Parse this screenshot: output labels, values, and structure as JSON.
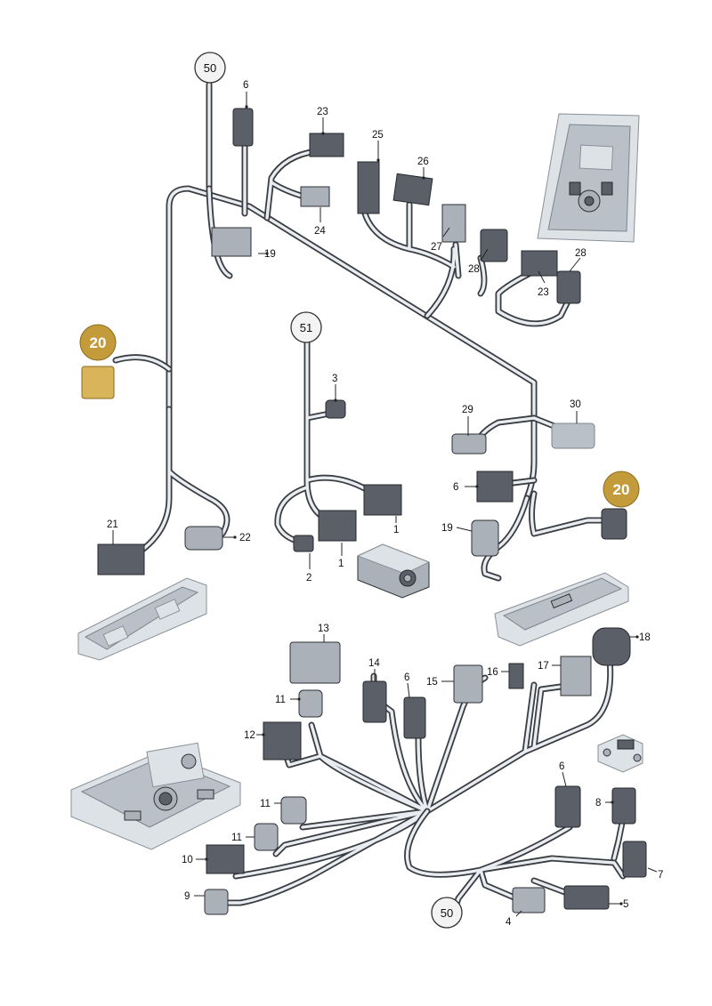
{
  "diagram": {
    "callouts": {
      "c50_top": "50",
      "c51": "51",
      "c50_bottom": "50",
      "c20_left": "20",
      "c20_right": "20"
    },
    "labels": {
      "l6a": "6",
      "l23a": "23",
      "l25": "25",
      "l26": "26",
      "l24": "24",
      "l27": "27",
      "l28a": "28",
      "l23b": "23",
      "l28b": "28",
      "l19a": "19",
      "l3": "3",
      "l1a": "1",
      "l1b": "1",
      "l2": "2",
      "l21": "21",
      "l22": "22",
      "l29": "29",
      "l30": "30",
      "l6b": "6",
      "l19b": "19",
      "l13": "13",
      "l14": "14",
      "l6c": "6",
      "l16": "16",
      "l17": "17",
      "l18": "18",
      "l15": "15",
      "l11a": "11",
      "l12": "12",
      "l11b": "11",
      "l11c": "11",
      "l10": "10",
      "l9": "9",
      "l6d": "6",
      "l8": "8",
      "l7": "7",
      "l5": "5",
      "l4": "4"
    }
  }
}
